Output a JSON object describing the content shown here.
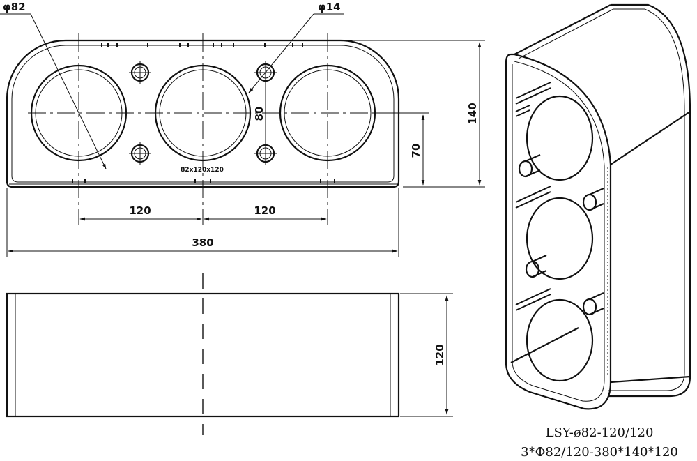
{
  "dimensions": {
    "phi_large": "φ82",
    "phi_small": "φ14",
    "spacing_left": "120",
    "spacing_right": "120",
    "overall_width": "380",
    "overall_height": "140",
    "hole_pitch_vertical": "80",
    "center_height": "70",
    "depth": "120"
  },
  "plate_marking": "82x120x120",
  "caption": {
    "model": "LSY-ø82-120/120",
    "spec": "3*Φ82/120-380*140*120"
  }
}
